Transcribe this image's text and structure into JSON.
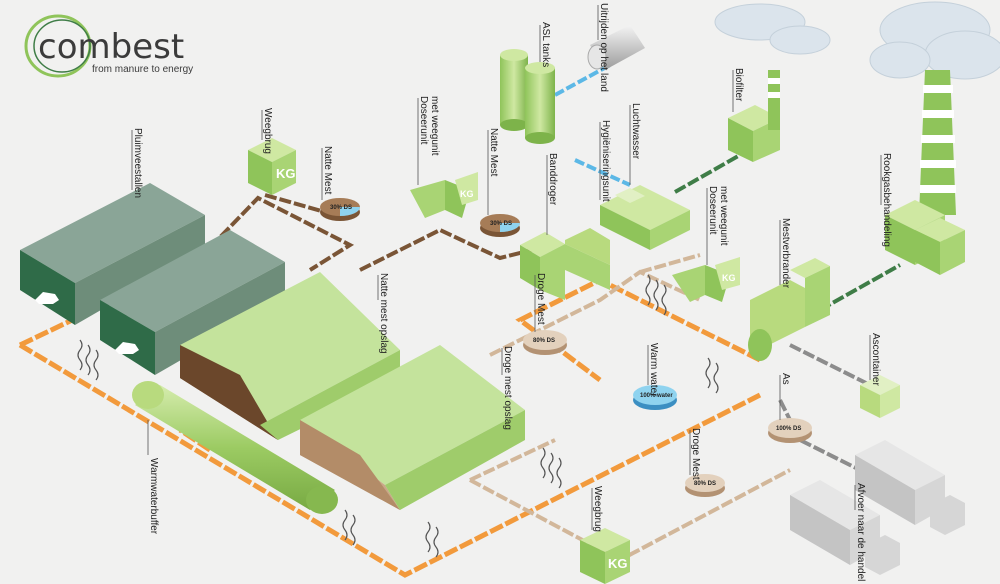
{
  "brand": {
    "name": "combest",
    "tagline": "from manure to energy"
  },
  "labels": {
    "pluimveestallen": "Pluimveestallen",
    "weegbrug_top": "Weegbrug",
    "natte_mest_1": "Natte Mest",
    "doseerunit_1_l1": "Doseerunit",
    "doseerunit_1_l2": "met weegunit",
    "natte_mest_2": "Natte Mest",
    "asl_tanks": "ASL tanks",
    "uitrijden": "Uitrijden op het land",
    "luchtwasser": "Luchtwasser",
    "hygieniseringsunit": "Hygiëniseringsunit",
    "banddroger": "Banddroger",
    "biofilter": "Biofilter",
    "rookgasbehandeling": "Rookgasbehandeling",
    "doseerunit_2_l1": "Doseerunit",
    "doseerunit_2_l2": "met weegunit",
    "mestverbrander": "Mestverbrander",
    "droge_mest_1": "Droge Mest",
    "natte_mest_opslag": "Natte mest opslag",
    "droge_mest_opslag": "Droge mest opslag",
    "warm_water": "Warm water",
    "ascontainer": "Ascontainer",
    "as": "As",
    "droge_mest_2": "Droge Mest",
    "warmwaterbuffer": "Warmwaterbuffer",
    "weegbrug_bottom": "Weegbrug",
    "afvoer": "Afvoer naar de handel"
  },
  "badges": {
    "kg": "KG",
    "pct_natte_1": "30% DS",
    "pct_natte_2": "30% DS",
    "pct_droge_1": "80% DS",
    "pct_droge_2": "80% DS",
    "pct_as": "100% DS",
    "warm_water": "100% water"
  },
  "colors": {
    "hot_water": "#f29a3c",
    "wet_manure": "#7a5536",
    "dry_manure": "#d2b79a",
    "ash": "#8c8c8c",
    "liquid": "#5cb8e6",
    "exhaust": "#3f7d47",
    "green_light": "#b8da7e",
    "green_mid": "#8fc45a",
    "barn_grey": "#7f9a88",
    "barn_dark": "#2f6b48"
  }
}
